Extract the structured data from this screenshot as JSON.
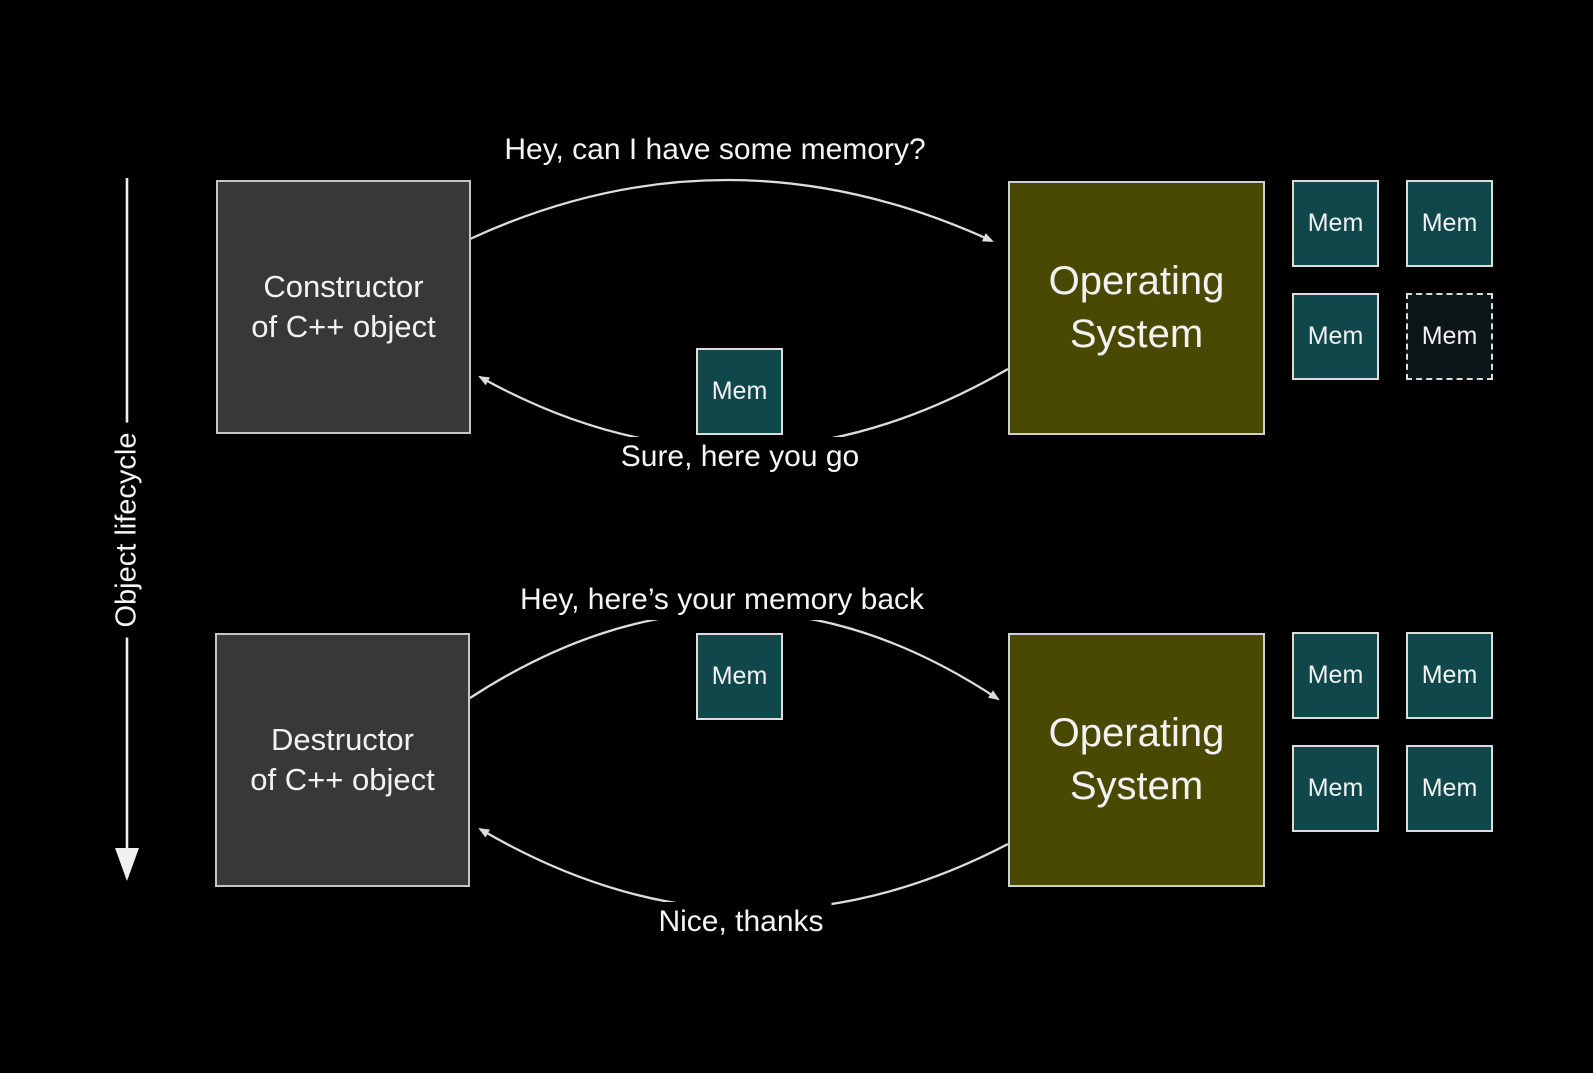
{
  "slide": {
    "background_color": "#000000",
    "lifecycle_axis": {
      "label": "Object lifecycle",
      "direction": "downward"
    },
    "top_flow": {
      "actor_box": {
        "line1": "Constructor",
        "line2": "of C++ object"
      },
      "os_box": {
        "line1": "Operating",
        "line2": "System"
      },
      "request_label": "Hey, can I have some memory?",
      "response_label": "Sure, here you go",
      "transfer_chip_label": "Mem",
      "os_memory_grid": {
        "chips": [
          "Mem",
          "Mem",
          "Mem",
          "Mem"
        ],
        "freed_chip_index": 3
      }
    },
    "bottom_flow": {
      "actor_box": {
        "line1": "Destructor",
        "line2": "of C++ object"
      },
      "os_box": {
        "line1": "Operating",
        "line2": "System"
      },
      "request_label": "Hey, here’s your memory back",
      "response_label": "Nice, thanks",
      "transfer_chip_label": "Mem",
      "os_memory_grid": {
        "chips": [
          "Mem",
          "Mem",
          "Mem",
          "Mem"
        ]
      }
    },
    "colors": {
      "actor_box": "#383838",
      "os_box": "#4a4903",
      "mem_chip": "#0f474a",
      "mem_chip_freed": "#0c1517",
      "box_border": "#c6c6c6",
      "arrow": "#dddddd",
      "text": "#f5f5f5"
    }
  }
}
